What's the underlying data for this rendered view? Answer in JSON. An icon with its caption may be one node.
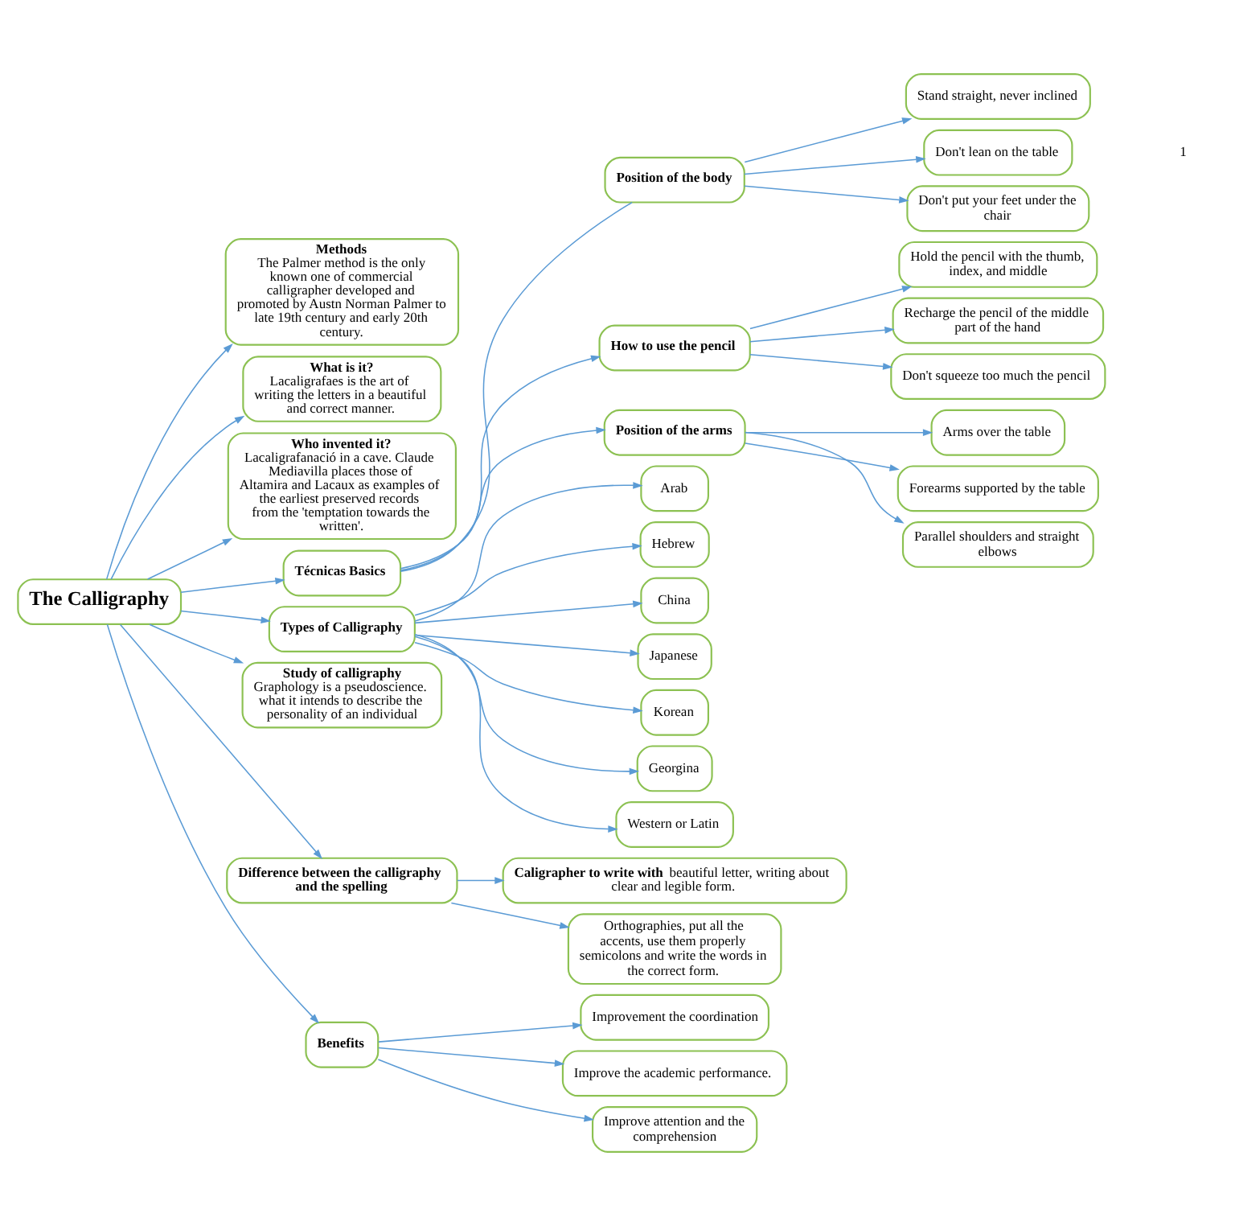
{
  "diagram": {
    "nodes": [
      {
        "text": [
          "The Calligraphy"
        ]
      },
      {
        "text": [
          "Methods",
          "The Palmer method is the only known one of commercial calligrapher developed and promoted by Austn Norman Palmer to late 19th century and early 20th century."
        ]
      },
      {
        "text": [
          "What is it?",
          "Lacaligrafaes is the art of writing the letters in a beautiful and correct manner."
        ]
      },
      {
        "text": [
          "Who invented it?",
          "Lacaligrafanació in a cave. Claude Mediavilla places those of Altamira and Lacaux as examples of the earliest preserved records from the 'temptation towards the written'."
        ]
      },
      {
        "text": [
          "Técnicas Basics"
        ]
      },
      {
        "text": [
          "Position of the body"
        ]
      },
      {
        "text": [
          "Stand straight, never inclined"
        ]
      },
      {
        "text": [
          "Don't lean on the table"
        ]
      },
      {
        "text": [
          "Don't put your feet under the chair"
        ]
      },
      {
        "text": [
          "How to use the pencil"
        ]
      },
      {
        "text": [
          "Hold the pencil with the thumb, index, and middle"
        ]
      },
      {
        "text": [
          "Recharge the pencil of the middle part of the hand"
        ]
      },
      {
        "text": [
          "Don't squeeze too much the pencil"
        ]
      },
      {
        "text": [
          "Position of the arms"
        ]
      },
      {
        "text": [
          "Arms over the table"
        ]
      },
      {
        "text": [
          "Forearms supported by the table"
        ]
      },
      {
        "text": [
          "Parallel shoulders and straight elbows"
        ]
      },
      {
        "text": [
          "Types of Calligraphy"
        ]
      },
      {
        "text": [
          "Arab"
        ]
      },
      {
        "text": [
          "Hebrew"
        ]
      },
      {
        "text": [
          "China"
        ]
      },
      {
        "text": [
          "Japanese"
        ]
      },
      {
        "text": [
          "Korean"
        ]
      },
      {
        "text": [
          "Georgina"
        ]
      },
      {
        "text": [
          "Western or Latin"
        ]
      },
      {
        "text": [
          "Study of calligraphy",
          "Graphology is a pseudoscience. what it intends to describe the personality of an individual"
        ]
      },
      {
        "text": [
          "Difference between the calligraphy and the spelling"
        ]
      },
      {
        "text": [
          "**Caligrapher to write with** beautiful letter, writing about clear and legible form."
        ]
      },
      {
        "text": [
          "Orthographies, put all the accents, use them properly semicolons and write the words in the correct form."
        ]
      },
      {
        "text": [
          "Benefits"
        ]
      },
      {
        "text": [
          "Improvement the coordination"
        ]
      },
      {
        "text": [
          "Improve the academic performance."
        ]
      },
      {
        "text": [
          "Improve attention and the comprehension"
        ]
      }
    ],
    "edges": [
      {
        "from": 0,
        "to": 1,
        "arrow": "to"
      },
      {
        "from": 0,
        "to": 2,
        "arrow": "to"
      },
      {
        "from": 0,
        "to": 3,
        "arrow": "to"
      },
      {
        "from": 0,
        "to": 4,
        "arrow": "to"
      },
      {
        "from": 4,
        "to": 5,
        "arrow": "none"
      },
      {
        "from": 5,
        "to": 6,
        "arrow": "to"
      },
      {
        "from": 5,
        "to": 7,
        "arrow": "to"
      },
      {
        "from": 5,
        "to": 8,
        "arrow": "to"
      },
      {
        "from": 4,
        "to": 9,
        "arrow": "to"
      },
      {
        "from": 9,
        "to": 10,
        "arrow": "to"
      },
      {
        "from": 9,
        "to": 11,
        "arrow": "to"
      },
      {
        "from": 9,
        "to": 12,
        "arrow": "to"
      },
      {
        "from": 4,
        "to": 13,
        "arrow": "to"
      },
      {
        "from": 13,
        "to": 14,
        "arrow": "to"
      },
      {
        "from": 13,
        "to": 15,
        "arrow": "to"
      },
      {
        "from": 13,
        "to": 16,
        "arrow": "to"
      },
      {
        "from": 0,
        "to": 17,
        "arrow": "to"
      },
      {
        "from": 17,
        "to": 18,
        "arrow": "to"
      },
      {
        "from": 17,
        "to": 19,
        "arrow": "to"
      },
      {
        "from": 17,
        "to": 20,
        "arrow": "to"
      },
      {
        "from": 17,
        "to": 21,
        "arrow": "to"
      },
      {
        "from": 17,
        "to": 22,
        "arrow": "to"
      },
      {
        "from": 17,
        "to": 23,
        "arrow": "to"
      },
      {
        "from": 17,
        "to": 24,
        "arrow": "to"
      },
      {
        "from": 0,
        "to": 25,
        "arrow": "to"
      },
      {
        "from": 0,
        "to": 26,
        "arrow": "to"
      },
      {
        "from": 26,
        "to": 27,
        "arrow": "to"
      },
      {
        "from": 26,
        "to": 28,
        "arrow": "to"
      },
      {
        "from": 0,
        "to": 29,
        "arrow": "to"
      },
      {
        "from": 29,
        "to": 30,
        "arrow": "to"
      },
      {
        "from": 29,
        "to": 31,
        "arrow": "to"
      },
      {
        "from": 29,
        "to": 32,
        "arrow": "to"
      }
    ],
    "labels": [
      "1"
    ]
  }
}
